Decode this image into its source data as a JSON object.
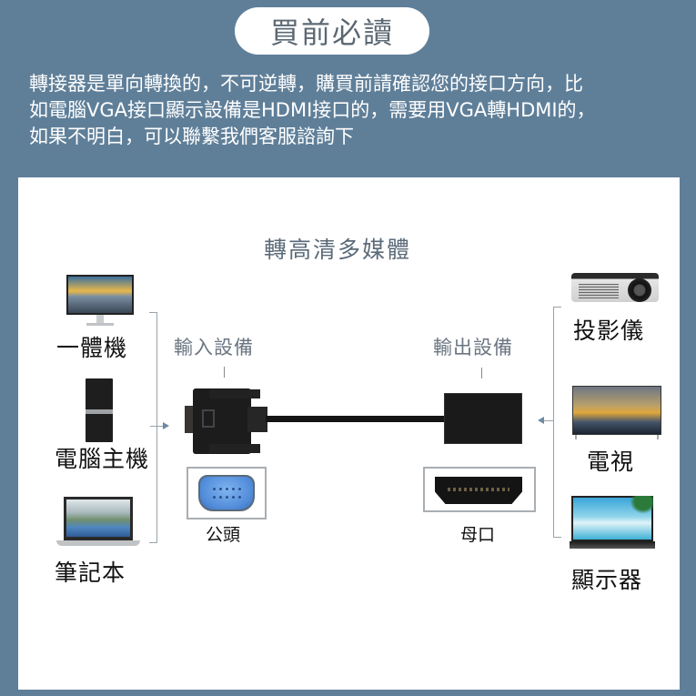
{
  "header": {
    "title": "買前必讀",
    "notice_lines": [
      "轉接器是單向轉換的，不可逆轉，購買前請確認您的接口方向，比",
      "如電腦VGA接口顯示設備是HDMI接口的，需要用VGA轉HDMI的，",
      "如果不明白，可以聯繫我們客服諮詢下"
    ]
  },
  "diagram": {
    "title": "轉高清多媒體",
    "input_label": "輸入設備",
    "output_label": "輸出設備",
    "input_devices": [
      {
        "label": "一體機",
        "icon": "all-in-one-monitor-icon"
      },
      {
        "label": "電腦主機",
        "icon": "desktop-tower-icon"
      },
      {
        "label": "筆記本",
        "icon": "laptop-icon"
      }
    ],
    "output_devices": [
      {
        "label": "投影儀",
        "icon": "projector-icon"
      },
      {
        "label": "電視",
        "icon": "tv-icon"
      },
      {
        "label": "顯示器",
        "icon": "display-monitor-icon"
      }
    ],
    "input_port": {
      "label": "公頭",
      "icon": "vga-male-port-icon"
    },
    "output_port": {
      "label": "母口",
      "icon": "hdmi-female-port-icon"
    },
    "adapter_icon": "vga-to-hdmi-adapter-icon"
  },
  "colors": {
    "background": "#5f7f99",
    "panel": "#ffffff",
    "title_text": "#5b6a78",
    "bracket": "#9aa3aa",
    "arrow": "#6d8aa3"
  }
}
